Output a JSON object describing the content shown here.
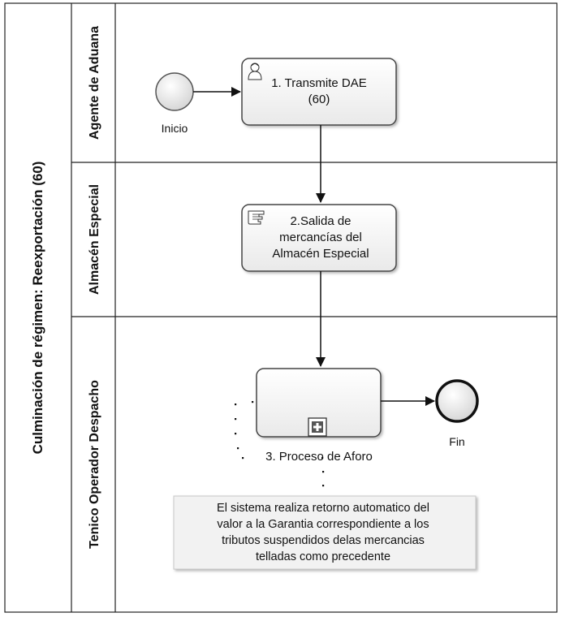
{
  "pool": {
    "label": "Culminación de régimen: Reexportación (60)"
  },
  "lanes": [
    {
      "label": "Agente de Aduana"
    },
    {
      "label": "Almacén Especial"
    },
    {
      "label": "Tenico Operador Despacho"
    }
  ],
  "events": {
    "start": {
      "label": "Inicio"
    },
    "end": {
      "label": "Fin"
    }
  },
  "tasks": [
    {
      "lines": [
        "1. Transmite DAE",
        "(60)"
      ],
      "icon": "user-icon"
    },
    {
      "lines": [
        "2.Salida de",
        "mercancías del",
        "Almacén Especial"
      ],
      "icon": "manual-task-icon"
    }
  ],
  "subprocess": {
    "label": "3. Proceso de Aforo",
    "icon": "collapsed-subprocess-plus-icon"
  },
  "annotation": {
    "lines": [
      "El sistema realiza retorno automatico del",
      "valor a la Garantia correspondiente a los",
      "tributos suspendidos delas mercancias",
      "telladas como precedente"
    ]
  }
}
